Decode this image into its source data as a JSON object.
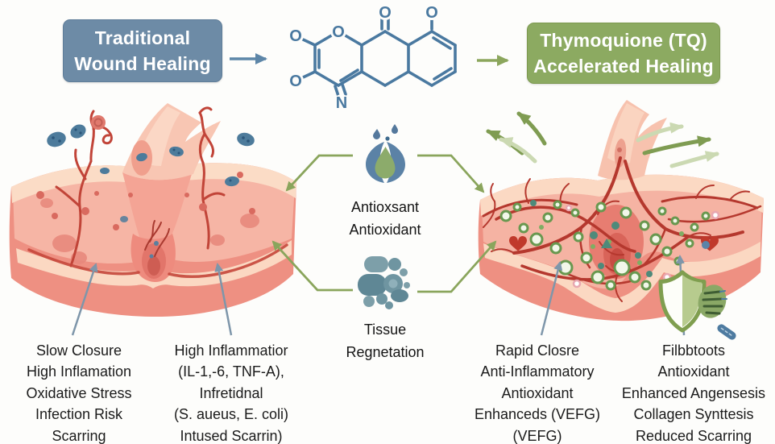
{
  "flow": {
    "left_box": {
      "line1": "Traditional",
      "line2": "Wound Healing"
    },
    "right_box": {
      "line1": "Thymoquione (TQ)",
      "line2": "Accelerated Healing"
    }
  },
  "molecule": {
    "atoms": [
      "O",
      "O",
      "O",
      "O",
      "O",
      "N"
    ]
  },
  "mechanisms": {
    "antioxidant": {
      "icon": "droplet-icon",
      "line1": "Antioxsant",
      "line2": "Antioxidant"
    },
    "tissue": {
      "icon": "cells-icon",
      "line1": "Tissue",
      "line2": "Regnetation"
    }
  },
  "annotations": {
    "traditional_outer": [
      "Slow Closure",
      "High Inflamation",
      "Oxidative Stress",
      "Infection Risk",
      "Scarring"
    ],
    "traditional_inner": [
      "High Inflammatior",
      "(IL-1,-6, TNF-A),",
      "Infretidnal",
      "(S. aueus, E. coli)",
      "Intused Scarrin)"
    ],
    "tq_inner": [
      "Rapid Closre",
      "Anti-Inflammatory",
      "Antioxidant",
      "Enhanceds (VEFG)",
      "(VEFG)"
    ],
    "tq_outer": [
      "Filbbtoots",
      "Antioxidant",
      "Enhanced Angensesis",
      "Collagen Synttesis",
      "Reduced Scarring"
    ]
  },
  "colors": {
    "traditional_accent": "#6d8ba6",
    "tq_accent": "#8caa61",
    "molecule_stroke": "#4a79a0",
    "connector_green": "#8aa55c",
    "annotation_arrow": "#7e96aa",
    "vessel_red": "#bf4337",
    "skin_base": "#ee9082",
    "text": "#1b1b1b"
  }
}
